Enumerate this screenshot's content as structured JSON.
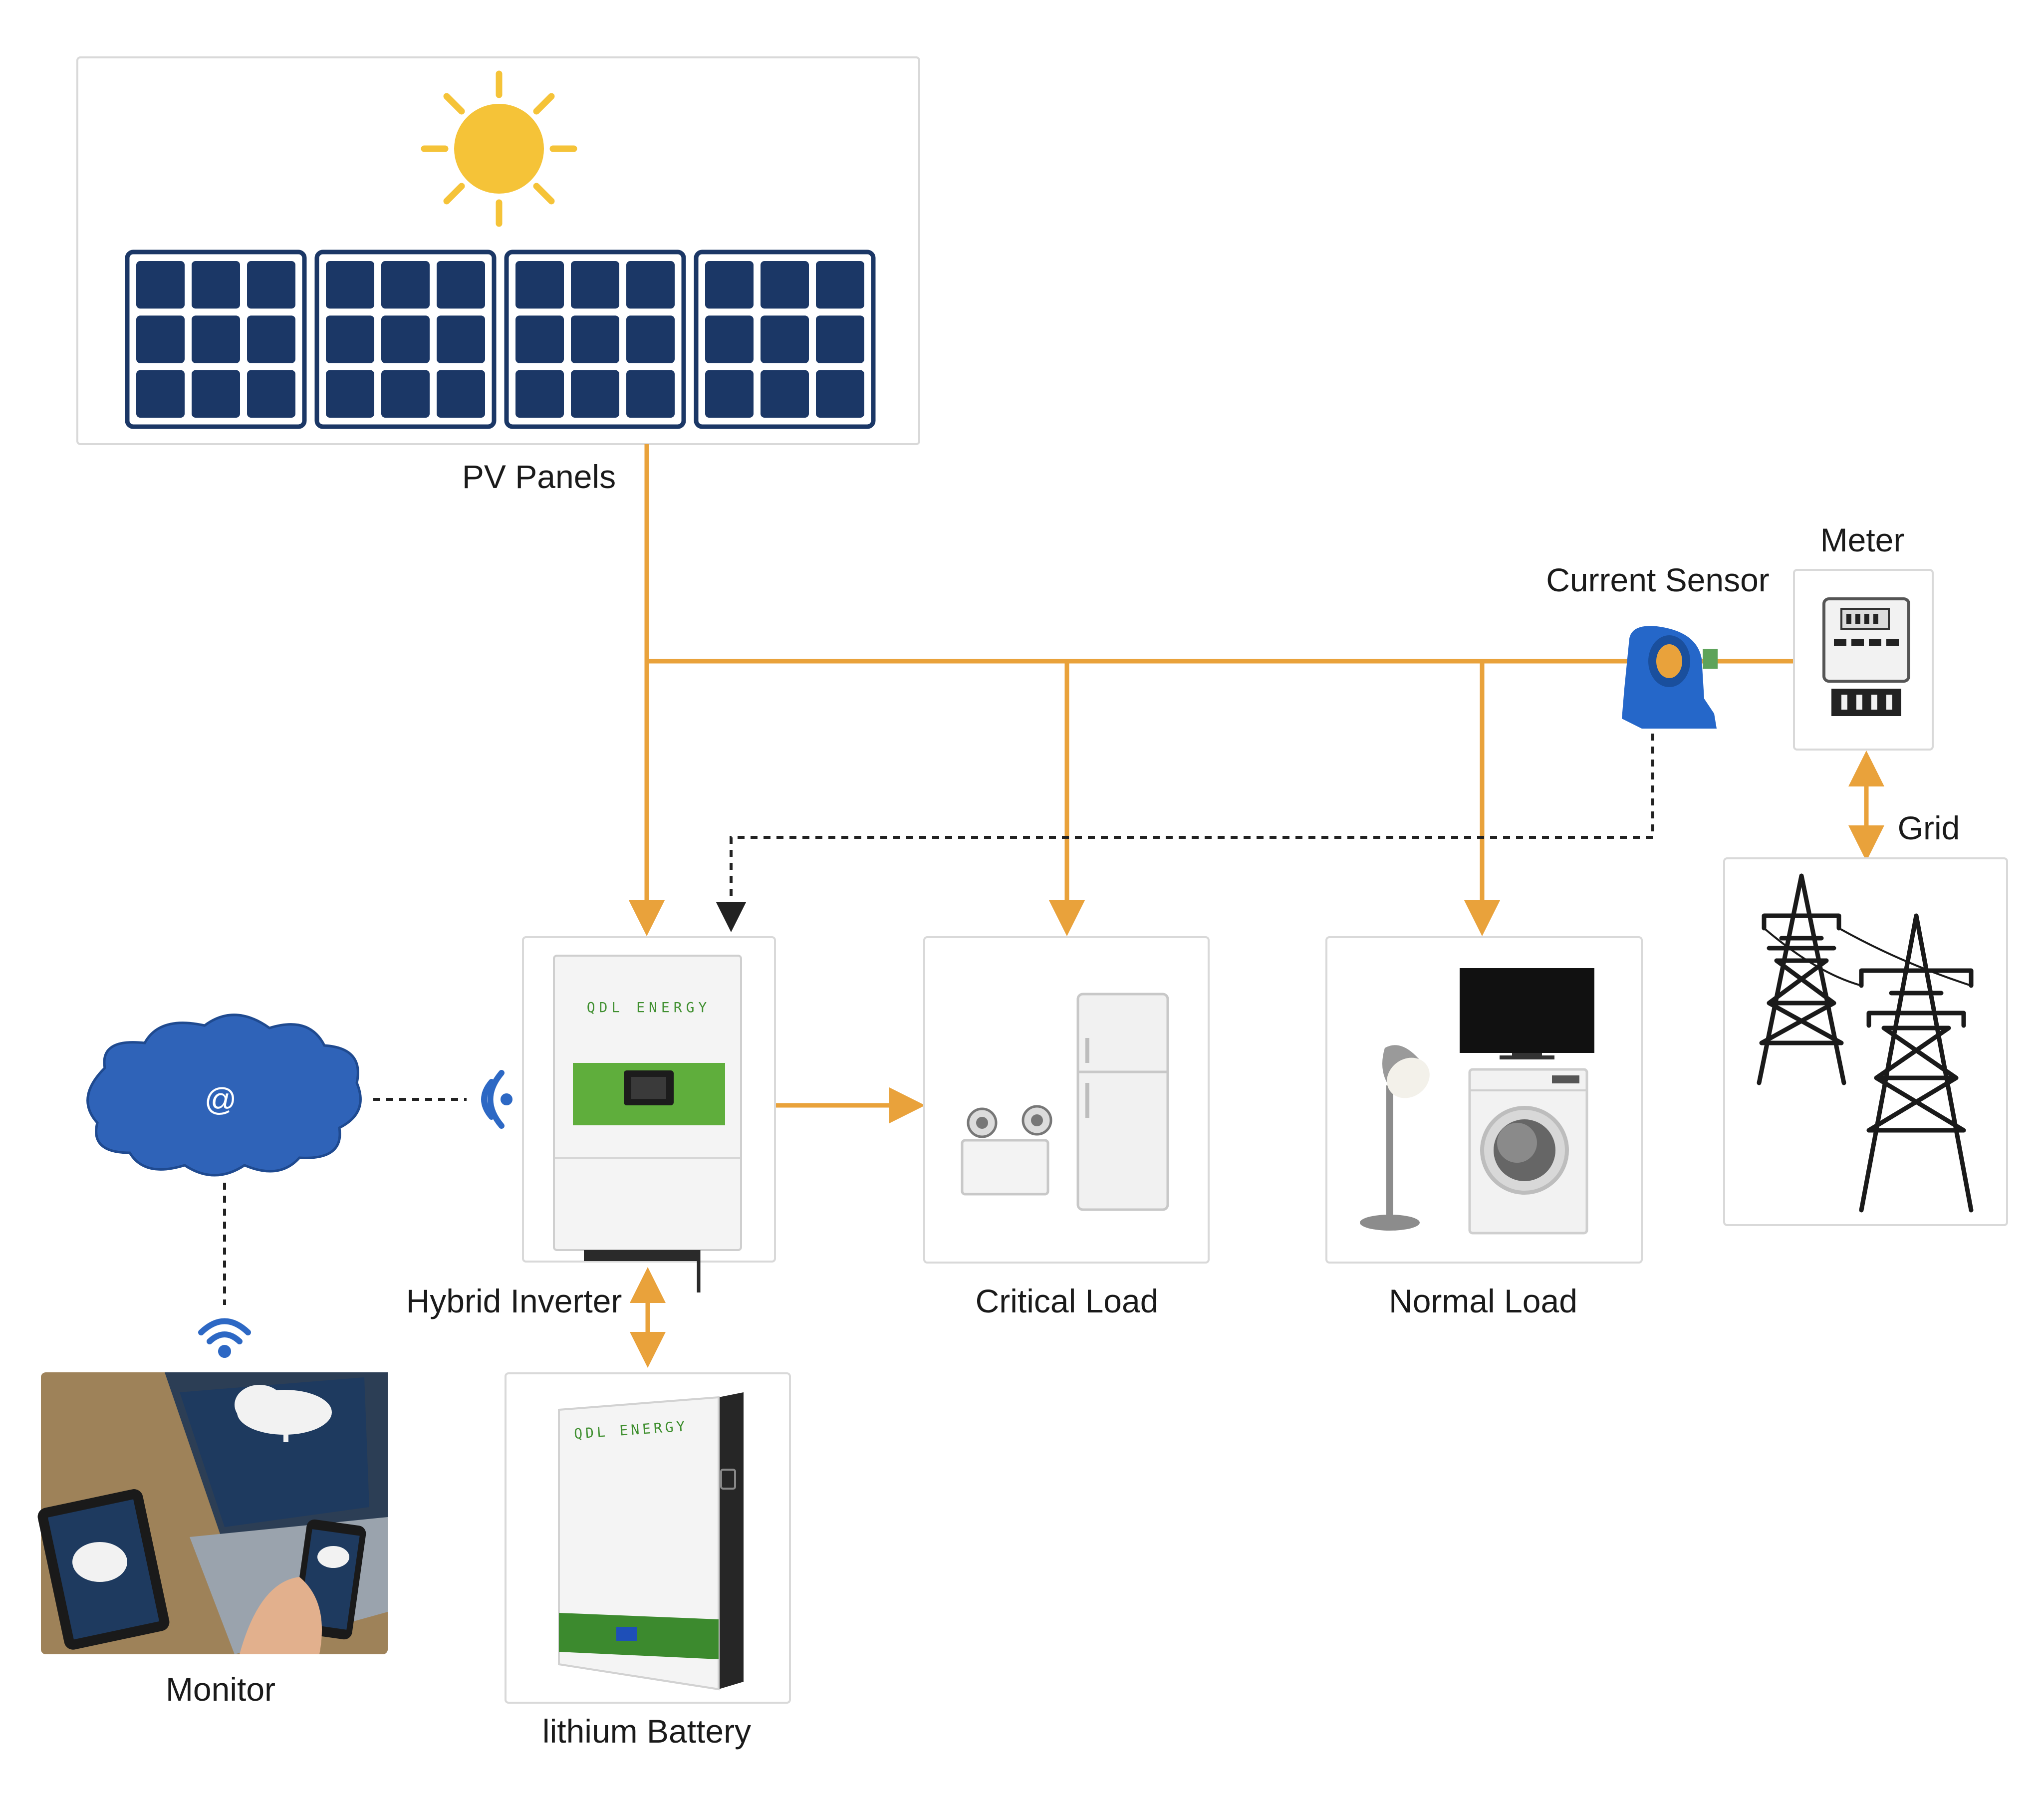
{
  "labels": {
    "pv_panels": "PV Panels",
    "current_sensor": "Current Sensor",
    "meter": "Meter",
    "grid": "Grid",
    "hybrid_inverter": "Hybrid Inverter",
    "critical_load": "Critical Load",
    "normal_load": "Normal Load",
    "monitor": "Monitor",
    "lithium_battery": "lithium Battery"
  },
  "brand_text": {
    "inverter": "QDL ENERGY",
    "battery": "QDL ENERGY"
  },
  "cloud_symbol": "@",
  "icons": [
    "sun-icon",
    "solar-panel-icon",
    "current-sensor-icon",
    "meter-icon",
    "transmission-tower-icon",
    "inverter-icon",
    "battery-icon",
    "cloud-icon",
    "wifi-icon",
    "fridge-icon",
    "emergency-light-icon",
    "tv-icon",
    "washing-machine-icon",
    "floor-lamp-icon",
    "devices-icon"
  ],
  "colors": {
    "power_line": "#e9a23b",
    "signal_line": "#222222",
    "panel_cell": "#1b3766",
    "sun": "#f5c338",
    "cloud": "#2f63b8",
    "wifi": "#2d68c4",
    "inverter_green": "#5fae3c",
    "sensor_blue": "#2567c9"
  }
}
